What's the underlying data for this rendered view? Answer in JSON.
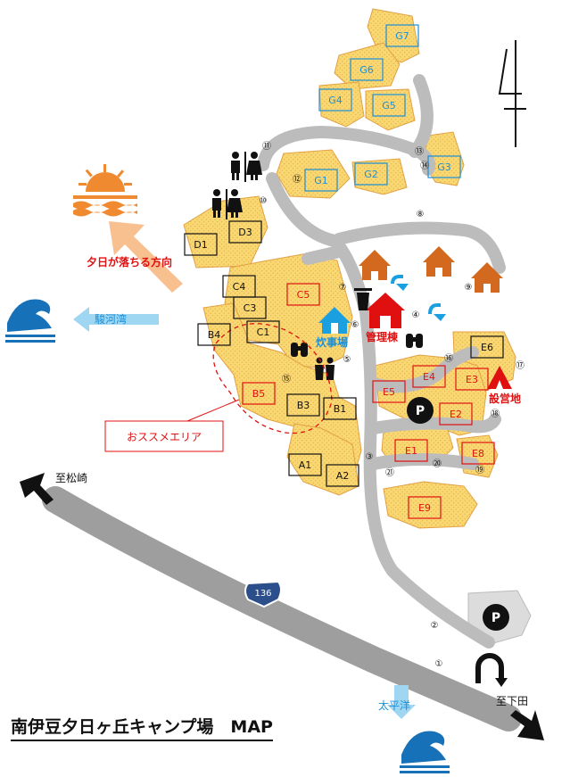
{
  "title": "南伊豆夕日ヶ丘キャンプ場　MAP",
  "labels": {
    "sunset_direction": "夕日が落ちる方向",
    "suruga_bay": "駿河湾",
    "pacific": "太平洋",
    "to_matsuzaki": "至松崎",
    "to_shimoda": "至下田",
    "recommended_area": "おススメエリア",
    "kitchen": "炊事場",
    "office": "管理棟",
    "tent_area": "設営地",
    "route": "136",
    "parking": "P"
  },
  "colors": {
    "site_fill": "#f8d46a",
    "road": "#bdbdbd",
    "red": "#e01010",
    "blue": "#1a8fd8",
    "cabin": "#d2691e"
  },
  "sites": [
    {
      "label": "G7",
      "color": "blue"
    },
    {
      "label": "G6",
      "color": "blue"
    },
    {
      "label": "G4",
      "color": "blue"
    },
    {
      "label": "G5",
      "color": "blue"
    },
    {
      "label": "G1",
      "color": "blue"
    },
    {
      "label": "G2",
      "color": "blue"
    },
    {
      "label": "G3",
      "color": "blue"
    },
    {
      "label": "D1",
      "color": "black"
    },
    {
      "label": "D3",
      "color": "black"
    },
    {
      "label": "C4",
      "color": "black"
    },
    {
      "label": "C3",
      "color": "black"
    },
    {
      "label": "C1",
      "color": "black"
    },
    {
      "label": "C5",
      "color": "red"
    },
    {
      "label": "B4",
      "color": "black"
    },
    {
      "label": "B5",
      "color": "red"
    },
    {
      "label": "B3",
      "color": "black"
    },
    {
      "label": "B1",
      "color": "black"
    },
    {
      "label": "A1",
      "color": "black"
    },
    {
      "label": "A2",
      "color": "black"
    },
    {
      "label": "E6",
      "color": "black"
    },
    {
      "label": "E4",
      "color": "red"
    },
    {
      "label": "E3",
      "color": "red"
    },
    {
      "label": "E5",
      "color": "red"
    },
    {
      "label": "E2",
      "color": "red"
    },
    {
      "label": "E1",
      "color": "red"
    },
    {
      "label": "E8",
      "color": "red"
    },
    {
      "label": "E9",
      "color": "red"
    }
  ],
  "points": [
    "①",
    "②",
    "③",
    "④",
    "⑤",
    "⑥",
    "⑦",
    "⑧",
    "⑨",
    "⑩",
    "⑪",
    "⑫",
    "⑬",
    "⑭",
    "⑮",
    "⑯",
    "⑰",
    "⑱",
    "⑲",
    "⑳",
    "㉑"
  ]
}
